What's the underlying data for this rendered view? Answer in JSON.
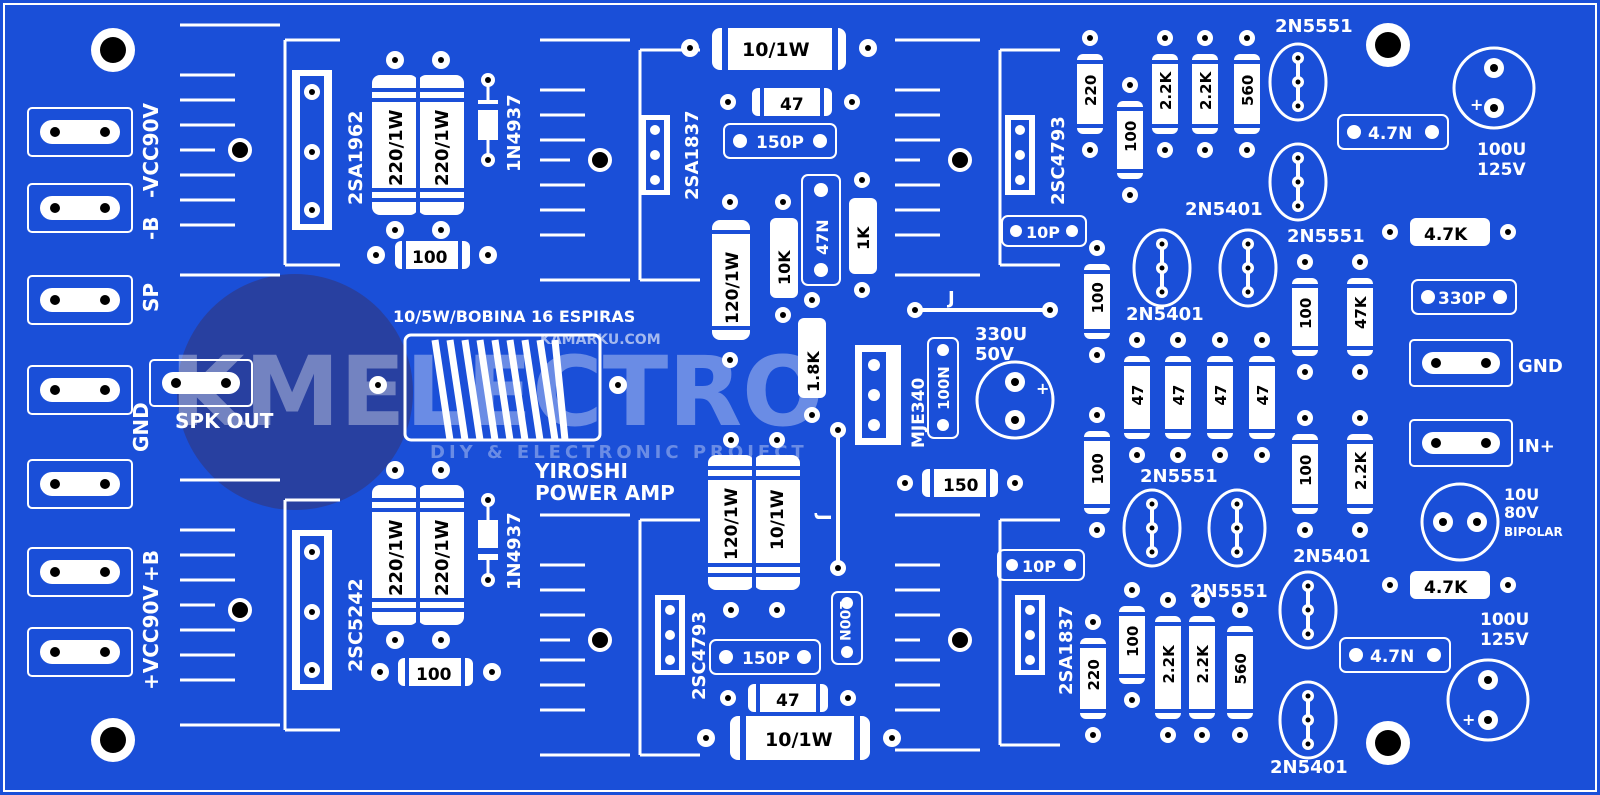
{
  "board": {
    "background": "#1a4fd8",
    "silkscreen": "#ffffff",
    "ink": "#000000",
    "title_line1": "YIROSHI",
    "title_line2": "POWER AMP"
  },
  "watermark": {
    "logo_text": "KMELECTRO",
    "url": "KAMARKU.COM",
    "tagline": "DIY & ELECTRONIC PROJECT",
    "circle_color": "#2a3e9a"
  },
  "connectors": {
    "vcc_neg": "-VCC90V",
    "neg_b": "-B",
    "sp": "SP",
    "gnd_left": "GND",
    "pos_b": "+B",
    "vcc_pos": "+VCC90V",
    "spk_out": "SPK OUT",
    "gnd_right": "GND",
    "in_plus": "IN+"
  },
  "components": {
    "q_2sa1962": "2SA1962",
    "q_2sc5242": "2SC5242",
    "q_2sa1837_top": "2SA1837",
    "q_2sc4793_bot": "2SC4793",
    "q_2sc4793_top": "2SC4793",
    "q_2sa1837_bot": "2SA1837",
    "q_mje340": "MJE340",
    "d_top": "1N4937",
    "d_bot": "1N4937",
    "r_220_1w": "220/1W",
    "r_100": "100",
    "r_10_1w": "10/1W",
    "r_47": "47",
    "c_150p": "150P",
    "r_120_1w": "120/1W",
    "r_10k": "10K",
    "c_47n": "47N",
    "r_1k": "1K",
    "r_1_8k": "1.8K",
    "coil": "10/5W/BOBINA 16 ESPIRAS",
    "c_100n": "100N",
    "c_330u": "330U",
    "c_330u_v": "50V",
    "jumper": "J",
    "r_150": "150",
    "c_10p": "10P",
    "r_220": "220",
    "r_2_2k": "2.2K",
    "r_560": "560",
    "q_2n5551": "2N5551",
    "q_2n5401": "2N5401",
    "c_4_7n": "4.7N",
    "c_100u": "100U",
    "c_100u_v": "125V",
    "r_4_7k": "4.7K",
    "c_330p": "330P",
    "r_47k": "47K",
    "c_10u": "10U",
    "c_10u_v": "80V",
    "c_10u_type": "BIPOLAR"
  }
}
